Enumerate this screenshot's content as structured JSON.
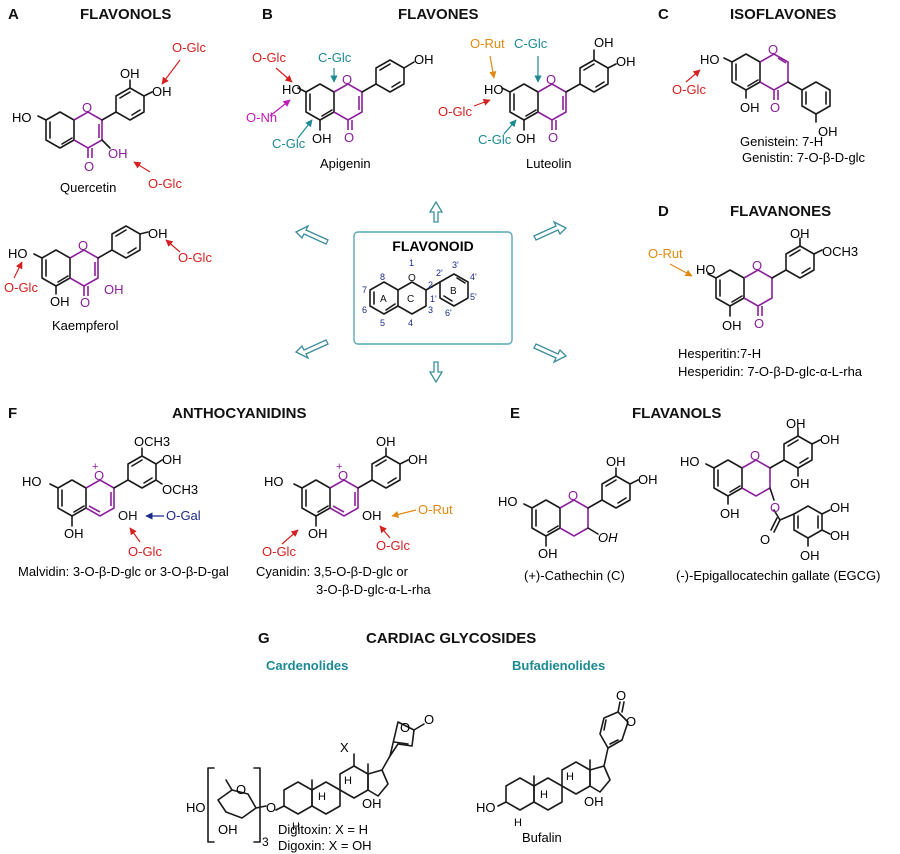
{
  "colors": {
    "red": "#d42020",
    "teal": "#1c8a93",
    "orange": "#e08a12",
    "magenta": "#c21ab8",
    "blue": "#1a2a8a",
    "purple": "#8a1f9a",
    "black": "#111111"
  },
  "panels": {
    "A": {
      "letter": "A",
      "title": "FLAVONOLS"
    },
    "B": {
      "letter": "B",
      "title": "FLAVONES"
    },
    "C": {
      "letter": "C",
      "title": "ISOFLAVONES"
    },
    "D": {
      "letter": "D",
      "title": "FLAVANONES"
    },
    "E": {
      "letter": "E",
      "title": "FLAVANOLS"
    },
    "F": {
      "letter": "F",
      "title": "ANTHOCYANIDINS"
    },
    "G": {
      "letter": "G",
      "title": "CARDIAC GLYCOSIDES",
      "sub1": "Cardenolides",
      "sub2": "Bufadienolides"
    }
  },
  "center": {
    "title": "FLAVONOID",
    "ring_a": "A",
    "ring_b": "B",
    "ring_c": "C",
    "n1": "1",
    "n2": "2",
    "n3": "3",
    "n4": "4",
    "n5": "5",
    "n6": "6",
    "n7": "7",
    "n8": "8",
    "n2p": "2'",
    "n3p": "3'",
    "n4p": "4'",
    "n5p": "5'",
    "n6p": "6'",
    "n1p": "1'",
    "o": "O"
  },
  "atoms": {
    "oh": "OH",
    "ho": "HO",
    "o": "O",
    "x": "X",
    "h": "H",
    "och3": "OCH3",
    "plus": "+"
  },
  "sugars": {
    "oglc": "O-Glc",
    "cglc": "C-Glc",
    "orut": "O-Rut",
    "onh": "O-Nh",
    "ogal": "O-Gal"
  },
  "compounds": {
    "quercetin": "Quercetin",
    "kaempferol": "Kaempferol",
    "apigenin": "Apigenin",
    "luteolin": "Luteolin",
    "genistein": "Genistein: 7-H",
    "genistin": "Genistin: 7-O-β-D-glc",
    "hesperitin": "Hesperitin:7-H",
    "hesperidin": "Hesperidin: 7-O-β-D-glc-α-L-rha",
    "malvidin": "Malvidin: 3-O-β-D-glc or 3-O-β-D-gal",
    "cyanidin1": "Cyanidin: 3,5-O-β-D-glc or",
    "cyanidin2": "3-O-β-D-glc-α-L-rha",
    "catechin": "(+)-Cathechin (C)",
    "egcg": "(-)-Epigallocatechin gallate (EGCG)",
    "digitoxin": "Digitoxin: X = H",
    "digoxin": "Digoxin: X = OH",
    "bufalin": "Bufalin",
    "subscript3": "3"
  }
}
